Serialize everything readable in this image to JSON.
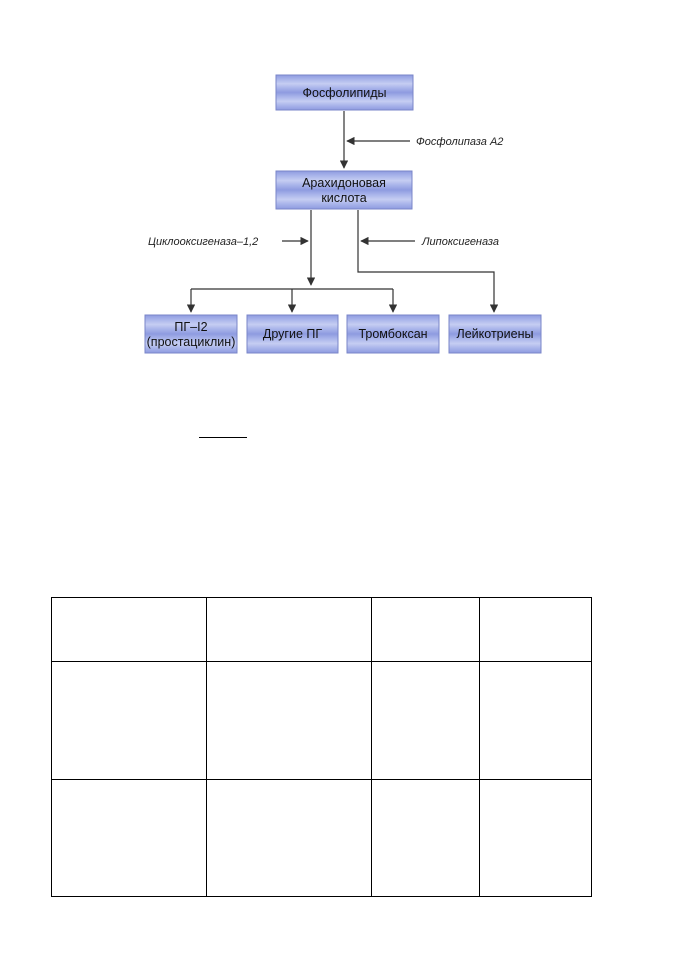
{
  "diagram": {
    "nodes": {
      "phospholipids": "Фосфолипиды",
      "arachidonic_line1": "Арахидоновая",
      "arachidonic_line2": "кислота",
      "pgi2_line1": "ПГ–I2",
      "pgi2_line2": "(простациклин)",
      "other_pg": "Другие ПГ",
      "thromboxane": "Тромбоксан",
      "leukotrienes": "Лейкотриены"
    },
    "enzymes": {
      "phospholipase": "Фосфолипаза А2",
      "cyclooxygenase": "Циклооксигеназа–1,2",
      "lipoxygenase": "Липоксигеназа"
    },
    "colors": {
      "box_stripe_light": "#c5cdf2",
      "box_stripe_mid": "#a9b4ea",
      "box_stripe_dark": "#8e9be0",
      "box_border": "#7a86c8",
      "line": "#333333"
    }
  },
  "table": {
    "rows": 3,
    "columns": 4,
    "cells": [
      [
        "",
        "",
        "",
        ""
      ],
      [
        "",
        "",
        "",
        ""
      ],
      [
        "",
        "",
        "",
        ""
      ]
    ]
  }
}
